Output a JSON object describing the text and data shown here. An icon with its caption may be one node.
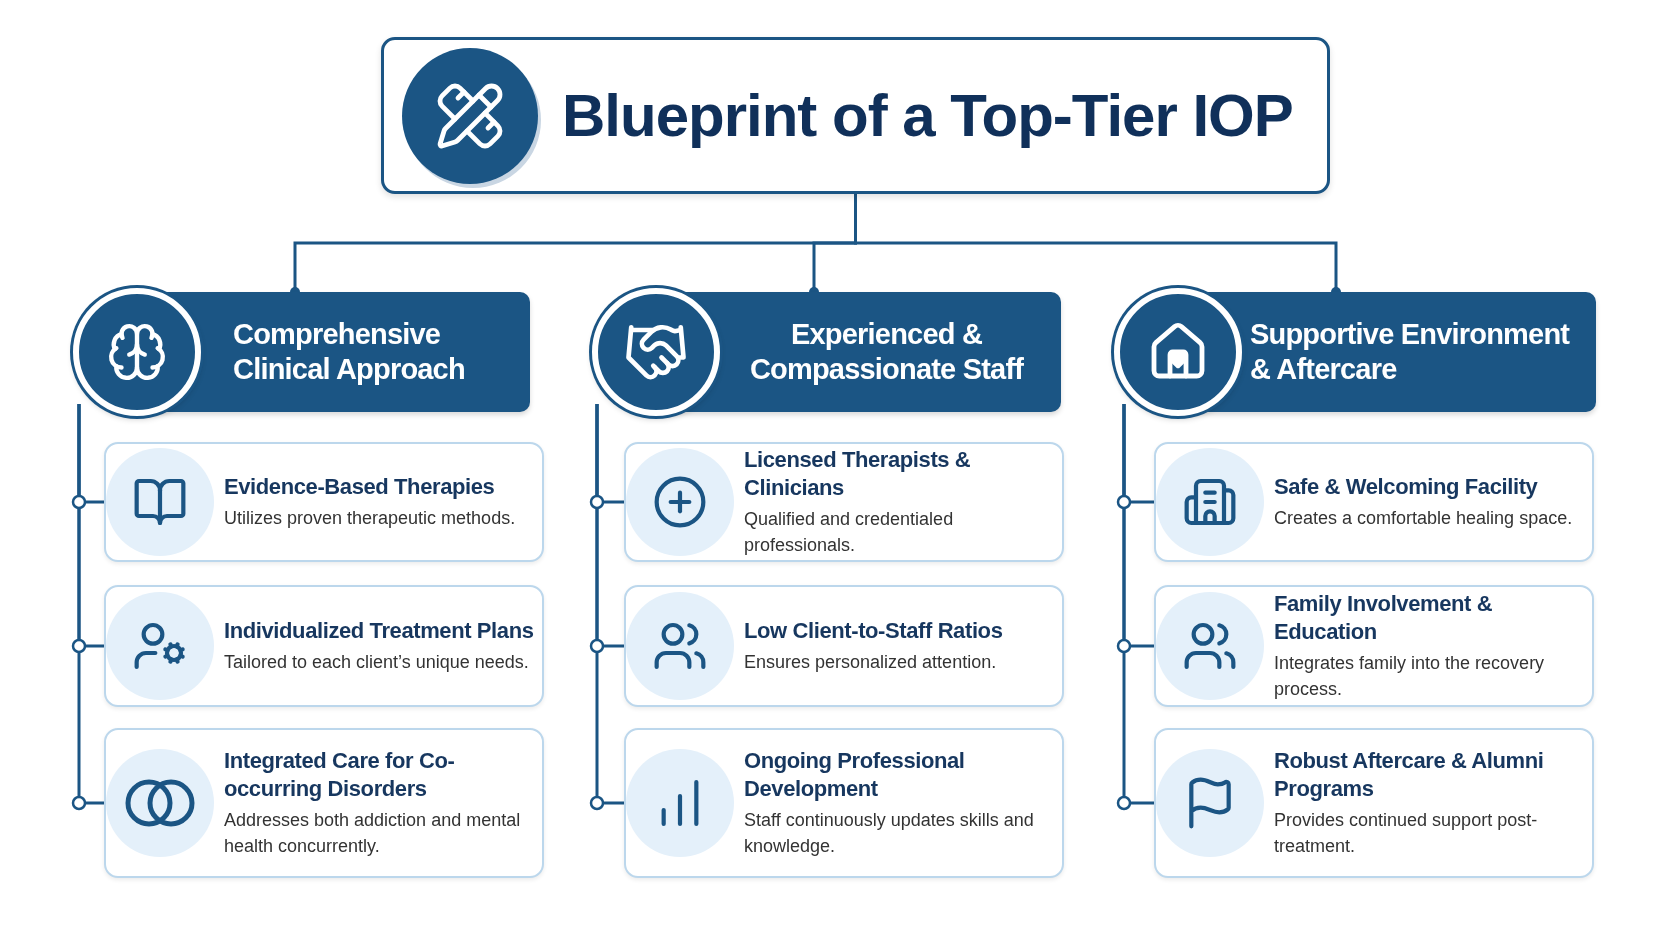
{
  "diagram": {
    "nodes": [
      {
        "text": [
          "Blueprint of a Top-Tier IOP"
        ]
      },
      {
        "text": [
          "Comprehensive Clinical Approach"
        ]
      },
      {
        "text": [
          "Experienced & Compassionate Staff"
        ]
      },
      {
        "text": [
          "Supportive Environment & Aftercare"
        ]
      },
      {
        "text": [
          "Evidence-Based Therapies",
          "Utilizes proven therapeutic methods."
        ]
      },
      {
        "text": [
          "Individualized Treatment Plans",
          "Tailored to each client’s unique needs."
        ]
      },
      {
        "text": [
          "Integrated Care for Co-occurring Disorders",
          "Addresses both addiction and mental health concurrently."
        ]
      },
      {
        "text": [
          "Licensed Therapists & Clinicians",
          "Qualified and credentialed professionals."
        ]
      },
      {
        "text": [
          "Low Client-to-Staff Ratios",
          "Ensures personalized attention."
        ]
      },
      {
        "text": [
          "Ongoing Professional Development",
          "Staff continuously updates skills and knowledge."
        ]
      },
      {
        "text": [
          "Safe & Welcoming Facility",
          "Creates a comfortable healing space."
        ]
      },
      {
        "text": [
          "Family Involvement & Education",
          "Integrates family into the recovery process."
        ]
      },
      {
        "text": [
          "Robust Aftercare & Alumni Programs",
          "Provides continued support post-treatment."
        ]
      }
    ],
    "edges": [
      {
        "from": 0,
        "to": 1,
        "arrow": "other"
      },
      {
        "from": 0,
        "to": 2,
        "arrow": "other"
      },
      {
        "from": 0,
        "to": 3,
        "arrow": "other"
      },
      {
        "from": 1,
        "to": 4,
        "arrow": "none"
      },
      {
        "from": 1,
        "to": 5,
        "arrow": "none"
      },
      {
        "from": 1,
        "to": 6,
        "arrow": "none"
      },
      {
        "from": 2,
        "to": 7,
        "arrow": "none"
      },
      {
        "from": 2,
        "to": 8,
        "arrow": "none"
      },
      {
        "from": 2,
        "to": 9,
        "arrow": "none"
      },
      {
        "from": 3,
        "to": 10,
        "arrow": "none"
      },
      {
        "from": 3,
        "to": 11,
        "arrow": "none"
      },
      {
        "from": 3,
        "to": 12,
        "arrow": "none"
      }
    ]
  }
}
